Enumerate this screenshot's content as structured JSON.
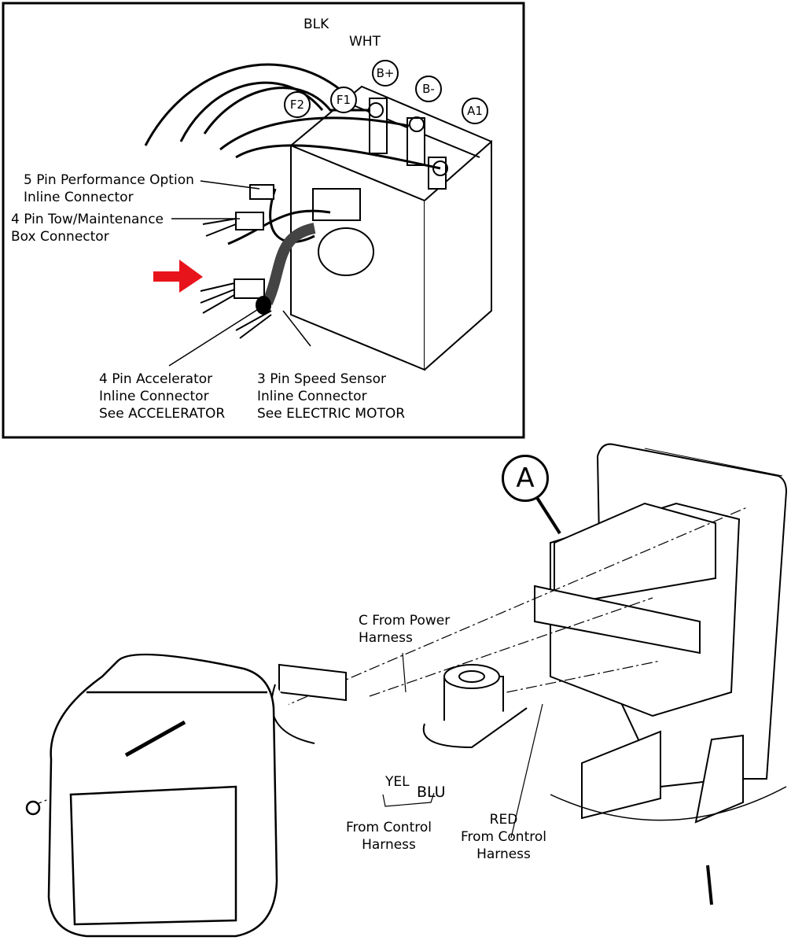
{
  "inset": {
    "wire_labels": {
      "blk": "BLK",
      "wht": "WHT"
    },
    "terminals": {
      "b_plus": "B+",
      "b_minus": "B-",
      "a1": "A1",
      "f2": "F2",
      "f1": "F1"
    },
    "callouts": {
      "performance_option": [
        "5 Pin Performance Option",
        "Inline Connector"
      ],
      "tow_maintenance": [
        "4 Pin Tow/Maintenance",
        "Box Connector"
      ],
      "accelerator": [
        "4 Pin Accelerator",
        "Inline Connector",
        "See ACCELERATOR"
      ],
      "speed_sensor": [
        "3 Pin Speed Sensor",
        "Inline Connector",
        "See ELECTRIC MOTOR"
      ]
    },
    "arrow_color": "#e8141b"
  },
  "main": {
    "callout_a": "A",
    "power_harness": [
      "C From Power",
      "Harness"
    ],
    "yel": "YEL",
    "blu": "BLU",
    "from_control_left": [
      "From Control",
      "Harness"
    ],
    "red_from_control": [
      "RED",
      "From Control",
      "Harness"
    ]
  }
}
